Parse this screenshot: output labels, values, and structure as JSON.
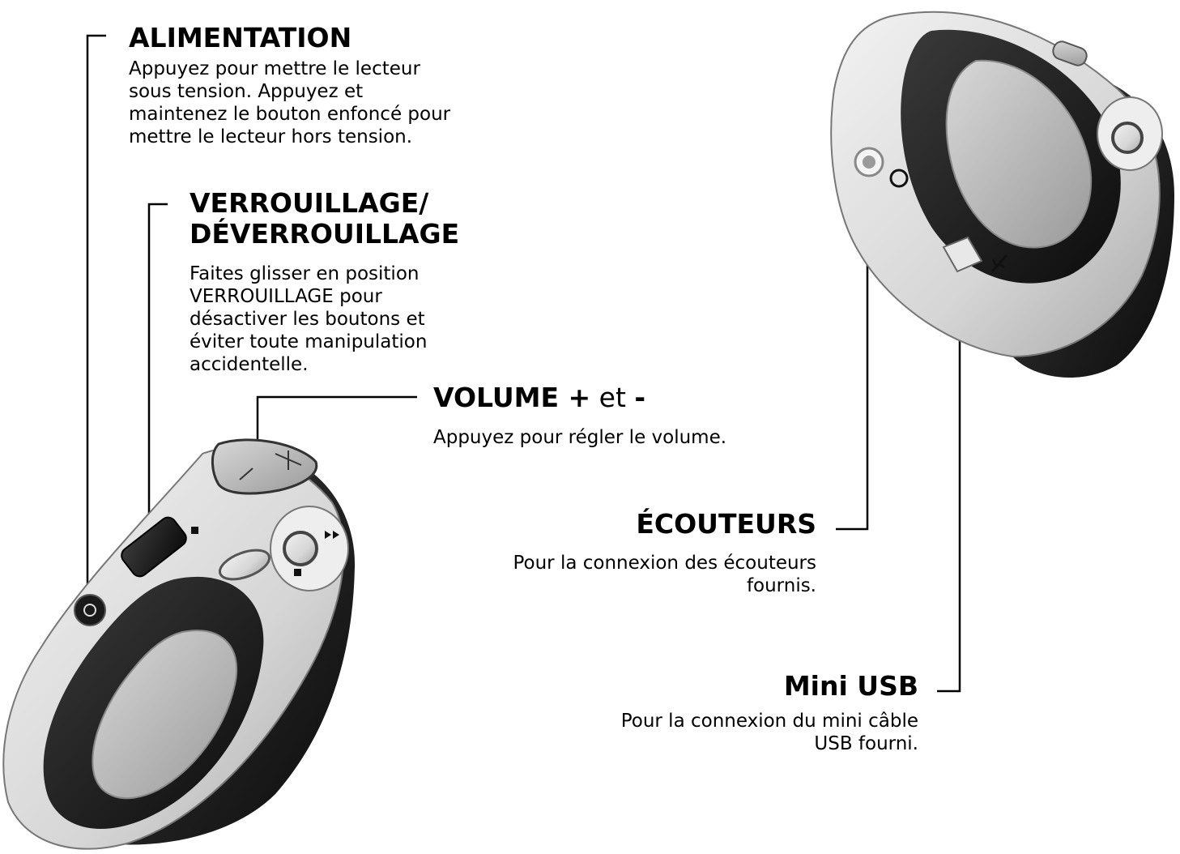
{
  "labels": {
    "power": {
      "title": "ALIMENTATION",
      "lines": [
        "Appuyez pour mettre le lecteur",
        "sous tension. Appuyez et",
        "maintenez le bouton enfoncé pour",
        "mettre le lecteur hors tension."
      ]
    },
    "lock": {
      "title_lines": [
        "VERROUILLAGE/",
        "DÉVERROUILLAGE"
      ],
      "lines": [
        "Faites glisser en position",
        "VERROUILLAGE pour",
        "désactiver les boutons et",
        "éviter toute manipulation",
        "accidentelle."
      ]
    },
    "volume": {
      "title_main": "VOLUME +",
      "title_mid": " et ",
      "title_end": "-",
      "lines": [
        "Appuyez pour régler le volume."
      ]
    },
    "headphones": {
      "title": "ÉCOUTEURS",
      "lines": [
        "Pour la connexion des écouteurs",
        "fournis."
      ]
    },
    "usb": {
      "title": "Mini USB",
      "lines": [
        "Pour la connexion du mini câble",
        "USB fourni."
      ]
    }
  }
}
